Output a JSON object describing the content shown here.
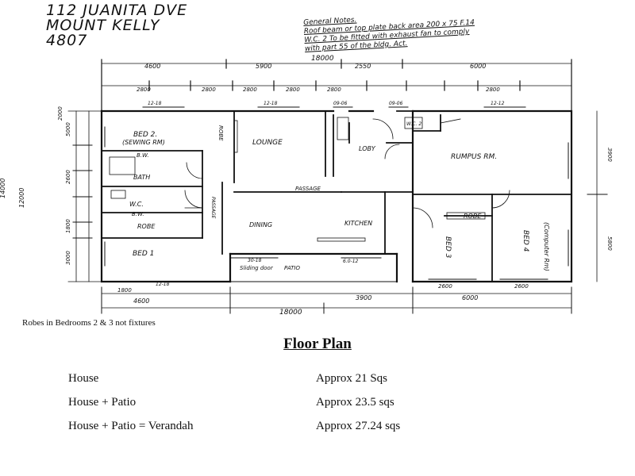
{
  "address": {
    "line1": "112 JUANITA DVE",
    "line2": "MOUNT KELLY",
    "line3": "4807"
  },
  "general_notes": {
    "heading": "General Notes.",
    "line1": "Roof beam or top plate back area 200 x 75 F.14",
    "line2": "W.C. 2   To be fitted with exhaust fan to comply",
    "line3": "with part 55 of the bldg. Act."
  },
  "rooms": {
    "bed2": "BED 2.",
    "bed2_sub": "(SEWING RM)",
    "robe_top": "ROBE",
    "lounge": "LOUNGE",
    "lobby": "LOBY",
    "rumpus": "RUMPUS RM.",
    "bw1": "B.W.",
    "bath": "BATH",
    "wc": "W.C.",
    "bw2": "B.W.",
    "robe_left": "ROBE",
    "bed1": "BED 1",
    "passage": "PASSAGE",
    "passage_v": "PASSAGE",
    "dining": "DINING",
    "kitchen": "KITCHEN",
    "robe_right": "ROBE",
    "bed3": "BED 3",
    "bed4": "BED 4",
    "computer": "(Computer Rm)",
    "sliding_door": "Sliding door",
    "patio": "PATIO",
    "wc2": "W.C. 2"
  },
  "dimensions": {
    "top_total": "18000",
    "top_seg1": "4600",
    "top_seg2": "5900",
    "top_seg3": "2550",
    "top_seg4": "6000",
    "top_w1": "2800",
    "top_w2": "2800",
    "top_w3": "2800",
    "top_w4": "2800",
    "top_w5": "2800",
    "top_w6": "2800",
    "win1": "12-18",
    "win2": "12-18",
    "win3": "09-06",
    "win4": "09-06",
    "win5": "12-12",
    "left_total": "14000",
    "left_sub": "12000",
    "left_a": "5000",
    "left_b": "2600",
    "left_c": "1800",
    "left_d": "3000",
    "left_e": "2000",
    "right_a": "3900",
    "right_b": "5800",
    "bottom_total": "18000",
    "bottom_a": "4600",
    "bottom_b": "3900",
    "bottom_c": "6000",
    "bottom_w1": "1800",
    "bottom_w2": "2600",
    "bottom_w3": "2600",
    "bottom_win1": "12-18",
    "bottom_win2": "30-18",
    "bottom_win3": "6.0-12"
  },
  "robes_note": "Robes in Bedrooms 2 & 3 not fixtures",
  "title": "Floor Plan",
  "areas": [
    {
      "label": "House",
      "value": "Approx  21 Sqs"
    },
    {
      "label": "House + Patio",
      "value": "Approx  23.5 sqs"
    },
    {
      "label": "House + Patio = Verandah",
      "value": "Approx  27.24 sqs"
    }
  ]
}
